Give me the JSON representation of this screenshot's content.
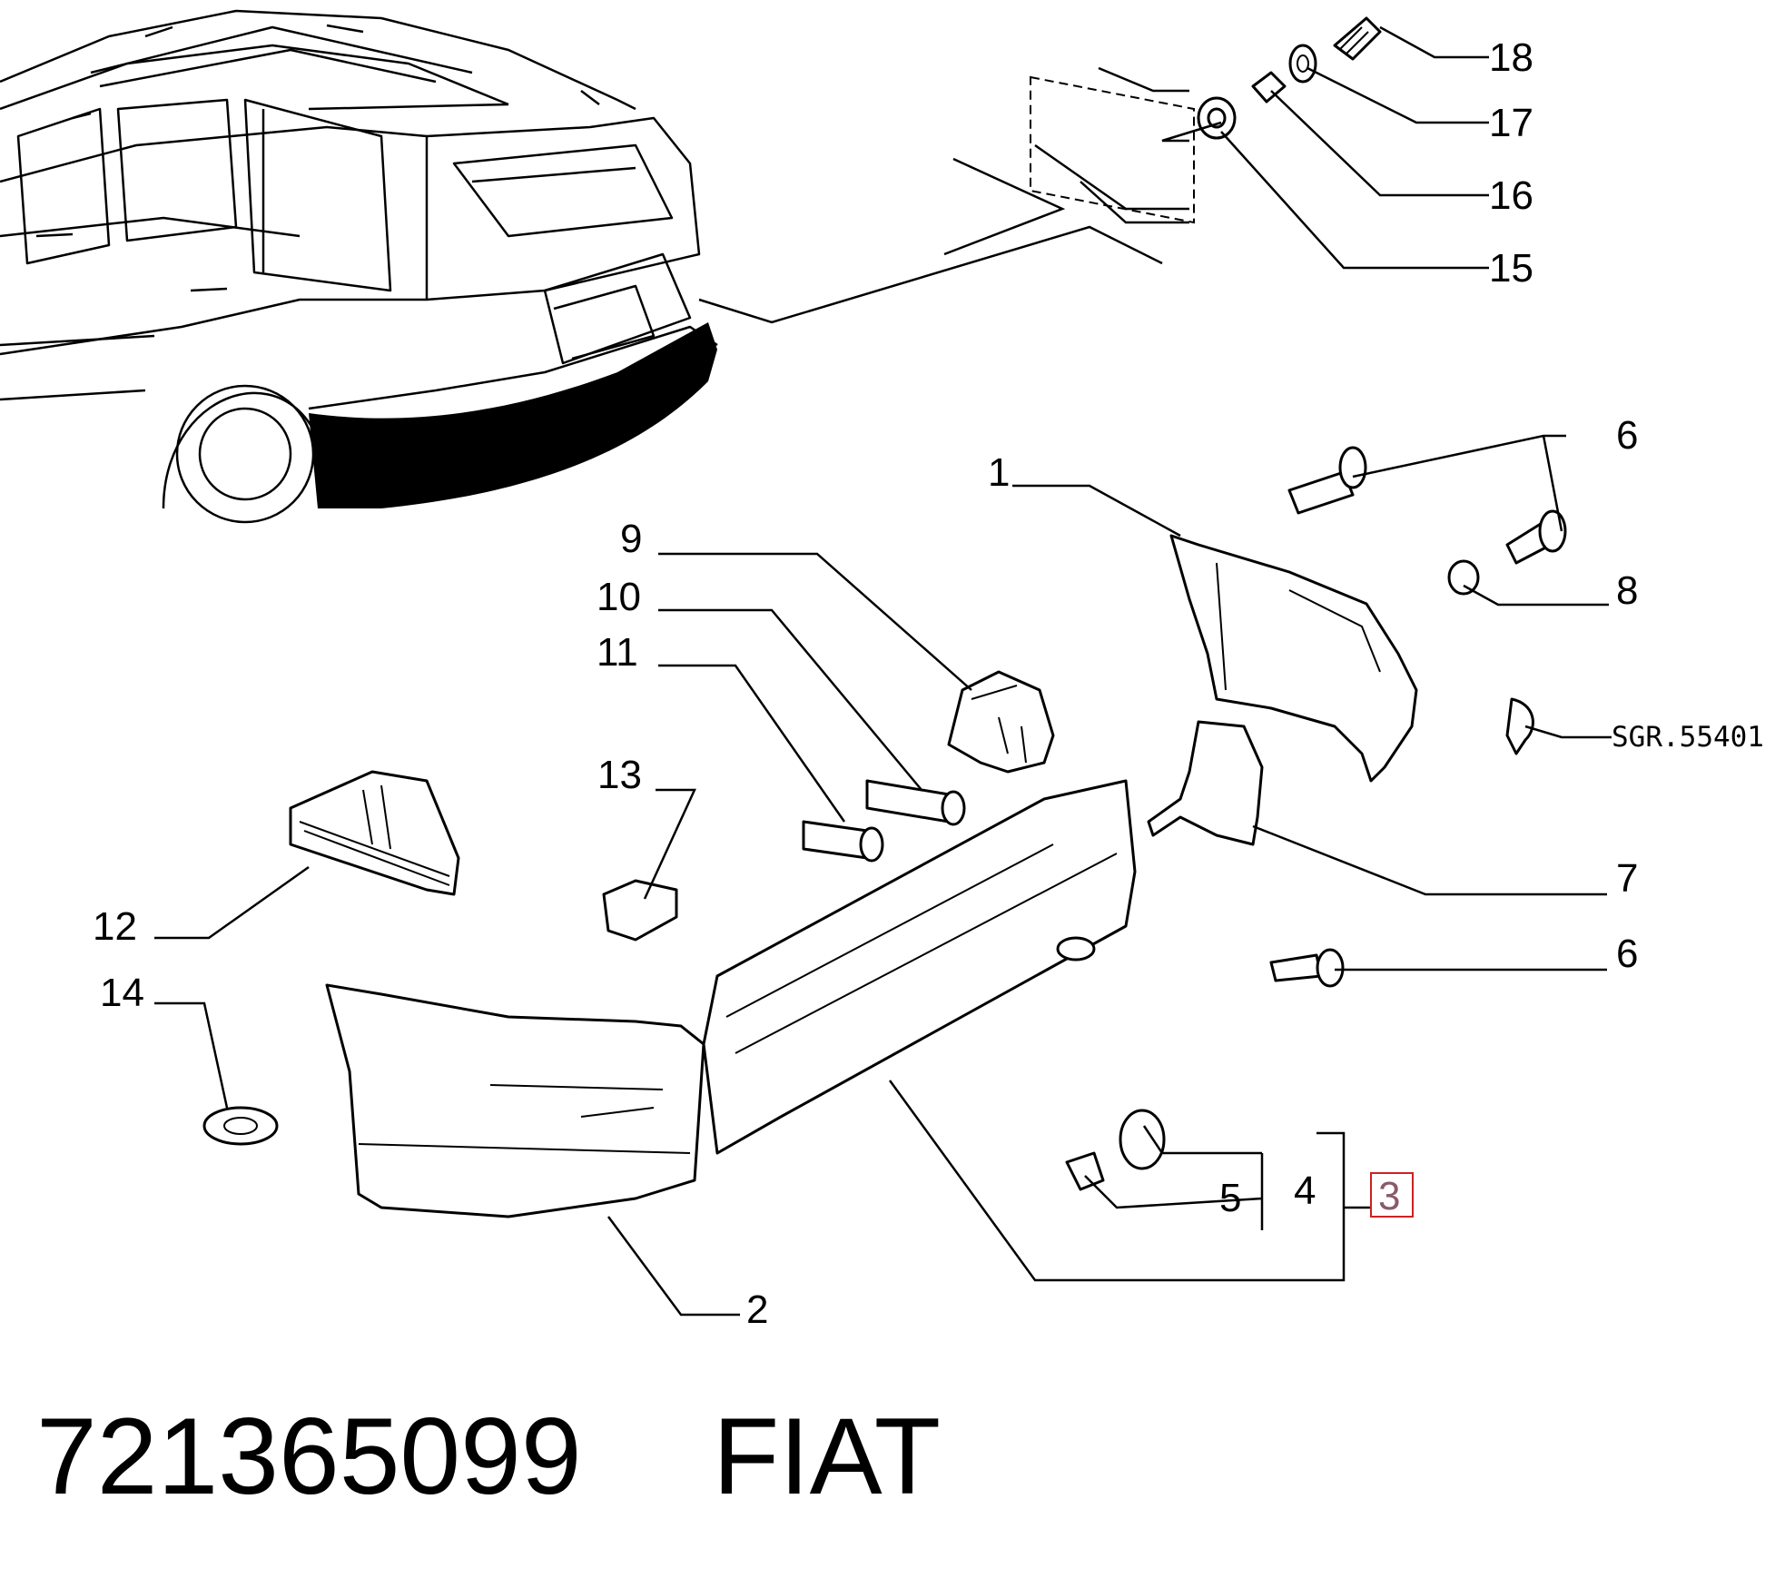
{
  "callouts": {
    "c1": "1",
    "c2": "2",
    "c3": "3",
    "c4": "4",
    "c5": "5",
    "c6a": "6",
    "c6b": "6",
    "c7": "7",
    "c8": "8",
    "c9": "9",
    "c10": "10",
    "c11": "11",
    "c12": "12",
    "c13": "13",
    "c14": "14",
    "c15": "15",
    "c16": "16",
    "c17": "17",
    "c18": "18",
    "sgr": "SGR.55401"
  },
  "footer": {
    "part_number": "721365099",
    "brand": "FIAT"
  },
  "colors": {
    "line": "#000000",
    "highlight_border": "#cc2222",
    "highlight_text": "#8a5a6a"
  }
}
